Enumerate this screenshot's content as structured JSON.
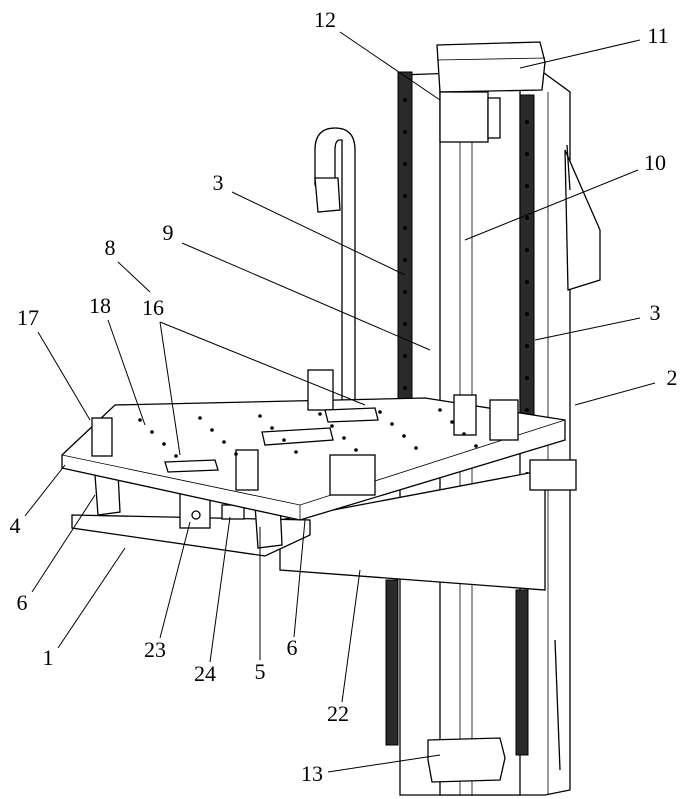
{
  "labels": [
    "12",
    "11",
    "10",
    "3",
    "9",
    "8",
    "16",
    "18",
    "17",
    "3",
    "2",
    "4",
    "6",
    "1",
    "23",
    "24",
    "5",
    "6",
    "22",
    "13"
  ]
}
